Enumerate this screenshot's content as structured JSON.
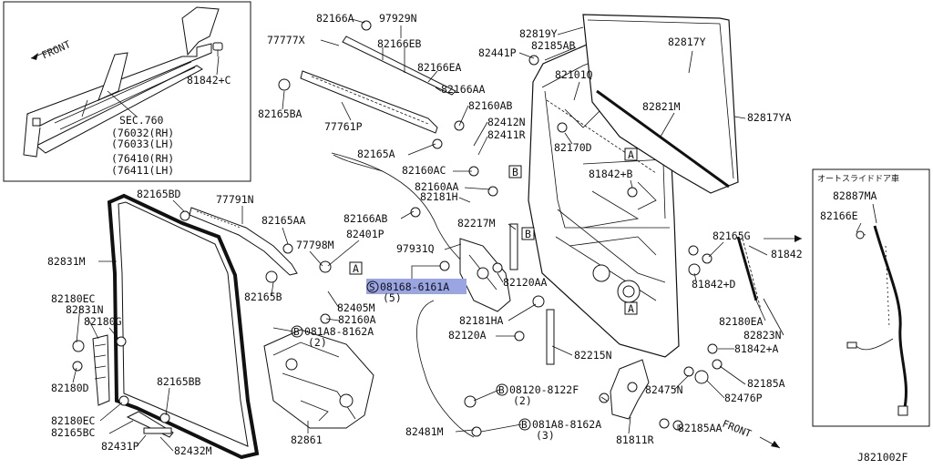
{
  "diagram_id": "J821002F",
  "inset_left": {
    "front_label": "FRONT",
    "part": "81842+C",
    "sec_lines": [
      "SEC.760",
      "(76032(RH)",
      "(76033(LH)",
      "(76410(RH)",
      "(76411(LH)"
    ]
  },
  "inset_right": {
    "title": "オートスライドドア車",
    "parts": [
      "82887MA",
      "82166E"
    ]
  },
  "front_label": "FRONT",
  "section_markers": [
    "A",
    "B"
  ],
  "highlighted_callout": {
    "symbol": "S",
    "part": "08168-6161A",
    "qty": "(5)"
  },
  "bolt_callouts": [
    {
      "symbol": "B",
      "part": "081A8-8162A",
      "qty": "(2)"
    },
    {
      "symbol": "B",
      "part": "08120-8122F",
      "qty": "(2)"
    },
    {
      "symbol": "B",
      "part": "081A8-8162A",
      "qty": "(3)"
    }
  ],
  "labels": {
    "p82166A": "82166A",
    "p97929N": "97929N",
    "p77777X": "77777X",
    "p82166EB": "82166EB",
    "p82166EA": "82166EA",
    "p82165BA": "82165BA",
    "p77761P": "77761P",
    "p82166AA": "82166AA",
    "p82160AB": "82160AB",
    "p82165A": "82165A",
    "p82160AC": "82160AC",
    "p82160AA": "82160AA",
    "p82181H": "82181H",
    "p82412N": "82412N",
    "p82411R": "82411R",
    "p82441P": "82441P",
    "p82819Y": "82819Y",
    "p82185AB": "82185AB",
    "p82817Y": "82817Y",
    "p82101Q": "82101Q",
    "p82821M": "82821M",
    "p82817YA": "82817YA",
    "p82170D": "82170D",
    "p81842B": "81842+B",
    "p82165BD": "82165BD",
    "p77791N": "77791N",
    "p82165AA": "82165AA",
    "p82166AB": "82166AB",
    "p82217M": "82217M",
    "p82831M": "82831M",
    "p77798M": "77798M",
    "p82401P": "82401P",
    "p97931Q": "97931Q",
    "p82165G": "82165G",
    "p81842": "81842",
    "p82165B": "82165B",
    "p82405M": "82405M",
    "p82160A": "82160A",
    "p82120AA": "82120AA",
    "p81842D": "81842+D",
    "p82180EC": "82180EC",
    "p82831N": "82831N",
    "p82180G": "82180G",
    "p82181HA": "82181HA",
    "p82180EA": "82180EA",
    "p82823N": "82823N",
    "p82120A": "82120A",
    "p82215N": "82215N",
    "p81842A": "81842+A",
    "p82180D": "82180D",
    "p82165BB": "82165BB",
    "p82185A": "82185A",
    "p82475N": "82475N",
    "p82476P": "82476P",
    "p82180EC2": "82180EC",
    "p82165BC": "82165BC",
    "p82861": "82861",
    "p82481M": "82481M",
    "p81811R": "81811R",
    "p82185AA": "82185AA",
    "p82431P": "82431P",
    "p82432M": "82432M"
  }
}
